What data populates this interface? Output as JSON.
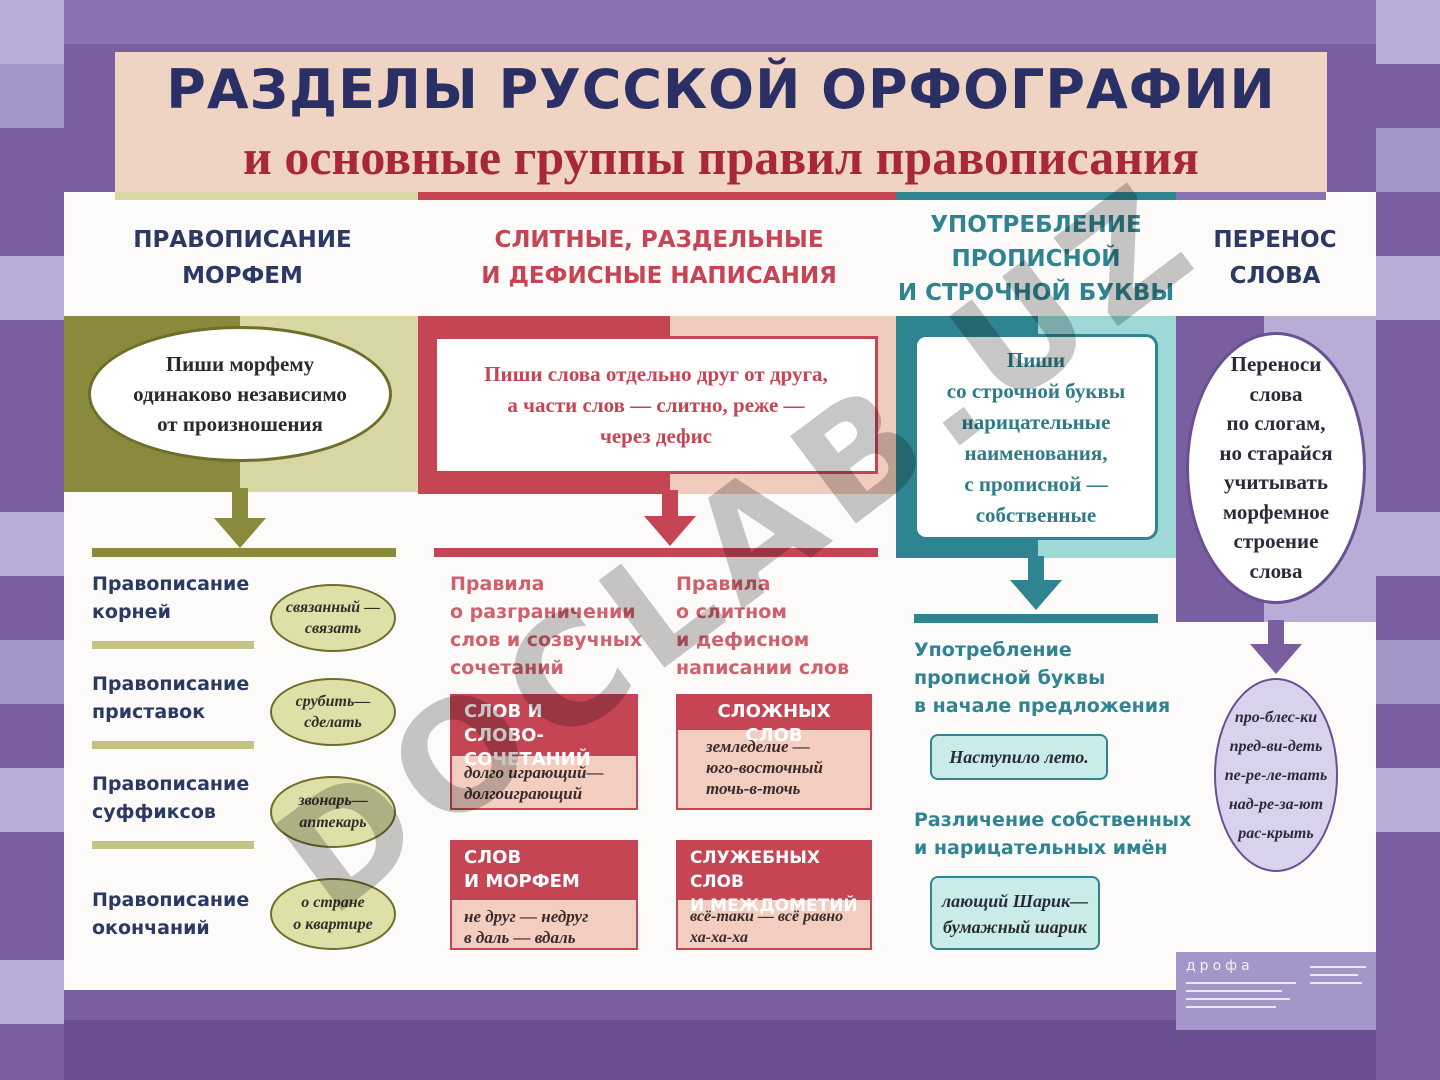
{
  "title": {
    "line1": "РАЗДЕЛЫ РУССКОЙ ОРФОГРАФИИ",
    "line2": "и основные группы правил правописания"
  },
  "columns": {
    "morphemes": {
      "header": [
        "ПРАВОПИСАНИЕ",
        "МОРФЕМ"
      ],
      "rule": [
        "Пиши морфему",
        "одинаково независимо",
        "от произношения"
      ],
      "items": [
        {
          "label": [
            "Правописание",
            "корней"
          ],
          "example": [
            "связанный —",
            "связать"
          ]
        },
        {
          "label": [
            "Правописание",
            "приставок"
          ],
          "example": [
            "срубить—",
            "сделать"
          ]
        },
        {
          "label": [
            "Правописание",
            "суффиксов"
          ],
          "example": [
            "звонарь—",
            "аптекарь"
          ]
        },
        {
          "label": [
            "Правописание",
            "окончаний"
          ],
          "example": [
            "о стране",
            "о квартире"
          ]
        }
      ]
    },
    "joint": {
      "header": [
        "СЛИТНЫЕ, РАЗДЕЛЬНЫЕ",
        "И ДЕФИСНЫЕ НАПИСАНИЯ"
      ],
      "rule": [
        "Пиши слова отдельно друг от друга,",
        "а части слов — слитно, реже —",
        "через дефис"
      ],
      "left_title": [
        "Правила",
        "о разграничении",
        "слов и созвучных",
        "сочетаний"
      ],
      "right_title": [
        "Правила",
        "о слитном",
        "и дефисном",
        "написании слов"
      ],
      "cards": [
        {
          "header": [
            "СЛОВ И СЛОВО-",
            "СОЧЕТАНИЙ"
          ],
          "examples": [
            "долго играющий—",
            "долгоиграющий"
          ]
        },
        {
          "header": [
            "СЛОЖНЫХ СЛОВ"
          ],
          "examples": [
            "земледелие —",
            "юго-восточный",
            "точь-в-точь"
          ]
        },
        {
          "header": [
            "СЛОВ",
            "И МОРФЕМ"
          ],
          "examples": [
            "не друг — недруг",
            "в даль — вдаль"
          ]
        },
        {
          "header": [
            "СЛУЖЕБНЫХ СЛОВ",
            "И МЕЖДОМЕТИЙ"
          ],
          "examples": [
            "всё-таки — всё равно",
            "ха-ха-ха"
          ]
        }
      ]
    },
    "capital": {
      "header": [
        "УПОТРЕБЛЕНИЕ",
        "ПРОПИСНОЙ",
        "И СТРОЧНОЙ БУКВЫ"
      ],
      "rule": [
        "Пиши",
        "со строчной буквы",
        "нарицательные",
        "наименования,",
        "с прописной —",
        "собственные"
      ],
      "sub1": [
        "Употребление",
        "прописной буквы",
        "в начале предложения"
      ],
      "example1": "Наступило лето.",
      "sub2": [
        "Различение собственных",
        "и нарицательных имён"
      ],
      "example2": [
        "лающий Шарик—",
        "бумажный шарик"
      ]
    },
    "hyphenation": {
      "header": [
        "ПЕРЕНОС",
        "СЛОВА"
      ],
      "rule": [
        "Переноси",
        "слова",
        "по слогам,",
        "но старайся",
        "учитывать",
        "морфемное",
        "строение",
        "слова"
      ],
      "examples": [
        "про-блес-ки",
        "пред-ви-деть",
        "пе-ре-ле-тать",
        "над-ре-за-ют",
        "рас-крыть"
      ]
    }
  },
  "publisher": {
    "logo": "дрофа"
  },
  "watermark": "DOCLAB.UZ",
  "colors": {
    "frame": "#7a5fa0",
    "title_blue": "#2a2f66",
    "title_red": "#a9273a",
    "olive": "#8a8a3c",
    "red": "#c64555",
    "teal": "#2f8491",
    "purple": "#7a5fa0"
  }
}
